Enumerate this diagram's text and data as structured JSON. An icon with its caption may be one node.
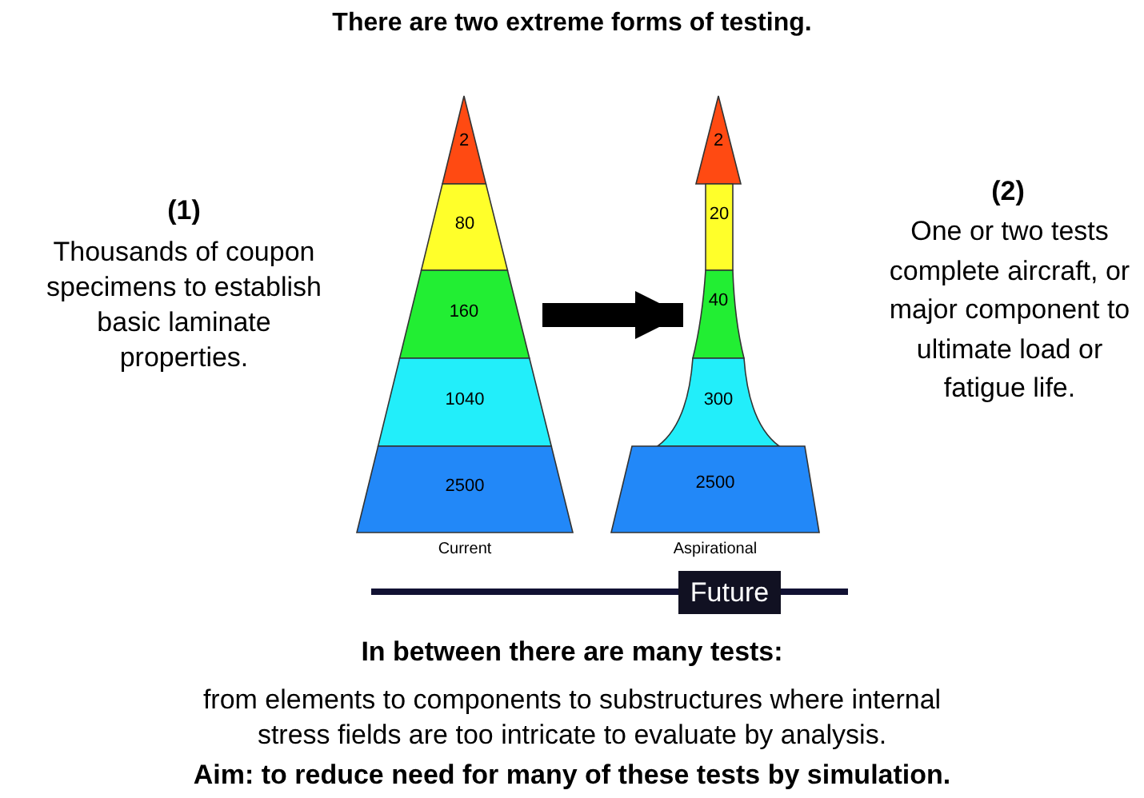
{
  "diagram": {
    "title": "There are two extreme forms of testing.",
    "nodes": [
      {
        "text": [
          "Current"
        ]
      },
      {
        "text": [
          "2"
        ],
        "in": 0
      },
      {
        "text": [
          "80"
        ],
        "in": 0
      },
      {
        "text": [
          "160"
        ],
        "in": 0
      },
      {
        "text": [
          "1040"
        ],
        "in": 0
      },
      {
        "text": [
          "2500"
        ],
        "in": 0
      },
      {
        "text": [
          "Aspirational"
        ]
      },
      {
        "text": [
          "2"
        ],
        "in": 6
      },
      {
        "text": [
          "20"
        ],
        "in": 6
      },
      {
        "text": [
          "40"
        ],
        "in": 6
      },
      {
        "text": [
          "300"
        ],
        "in": 6
      },
      {
        "text": [
          "2500"
        ],
        "in": 6
      }
    ],
    "edges": [
      {
        "from": 3,
        "to": 9,
        "arrow": "to"
      }
    ],
    "labels": [
      "(1)",
      "Thousands of coupon specimens to establish basic laminate properties.",
      "(2)",
      "One or two tests complete aircraft, or major component to ultimate load or fatigue life.",
      "Future",
      "In between there are many tests:",
      "from elements to components to substructures where internal stress fields are too intricate to evaluate by analysis.",
      "Aim: to reduce need for many of these tests by simulation."
    ]
  }
}
